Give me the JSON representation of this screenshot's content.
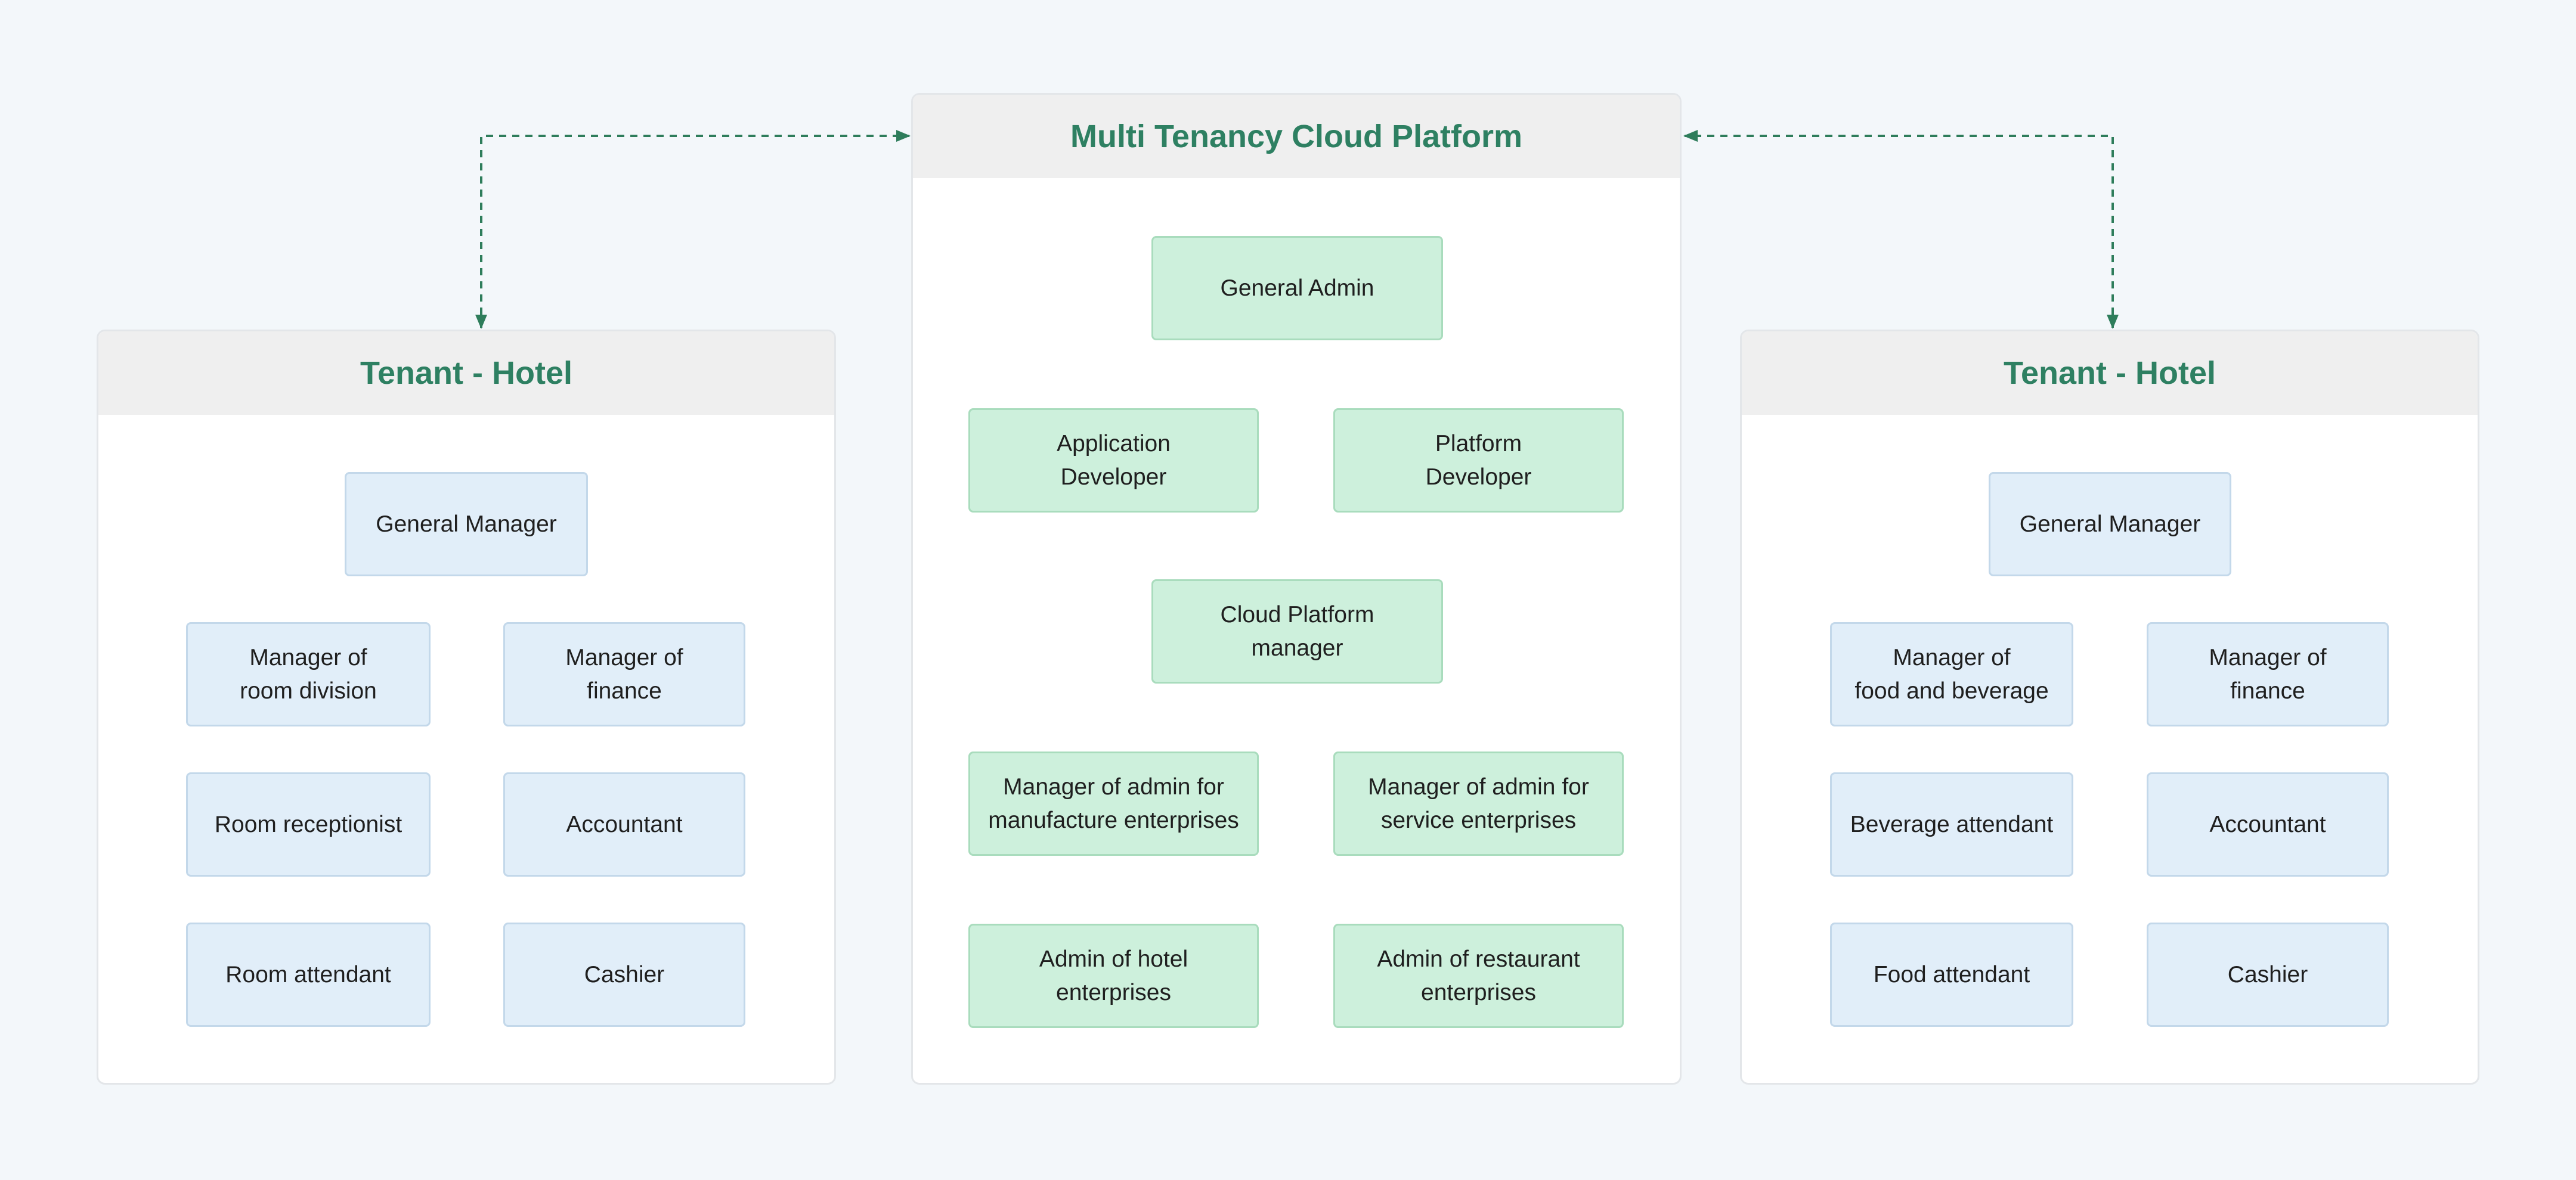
{
  "platform": {
    "title": "Multi Tenancy Cloud Platform",
    "nodes": {
      "general_admin": "General Admin",
      "application_developer": "Application\nDeveloper",
      "platform_developer": "Platform\nDeveloper",
      "cloud_platform_manager": "Cloud Platform\nmanager",
      "manager_admin_manufacture": "Manager of admin for\nmanufacture enterprises",
      "manager_admin_service": "Manager of admin for\nservice enterprises",
      "admin_hotel": "Admin of hotel\nenterprises",
      "admin_restaurant": "Admin of restaurant\nenterprises"
    }
  },
  "left_tenant": {
    "title": "Tenant - Hotel",
    "nodes": {
      "general_manager": "General Manager",
      "manager_room_division": "Manager of\nroom division",
      "manager_finance": "Manager of\nfinance",
      "room_receptionist": "Room receptionist",
      "accountant": "Accountant",
      "room_attendant": "Room attendant",
      "cashier": "Cashier"
    }
  },
  "right_tenant": {
    "title": "Tenant - Hotel",
    "nodes": {
      "general_manager": "General Manager",
      "manager_food_beverage": "Manager of\nfood and beverage",
      "manager_finance": "Manager of\nfinance",
      "beverage_attendant": "Beverage attendant",
      "accountant": "Accountant",
      "food_attendant": "Food attendant",
      "cashier": "Cashier"
    }
  },
  "colors": {
    "title_green": "#2e8062",
    "tenant_node_fill": "#e1eef9",
    "platform_node_fill": "#cdf0dc",
    "connector_grey": "#c8ccd0",
    "dashed_link": "#2e7d5b"
  }
}
